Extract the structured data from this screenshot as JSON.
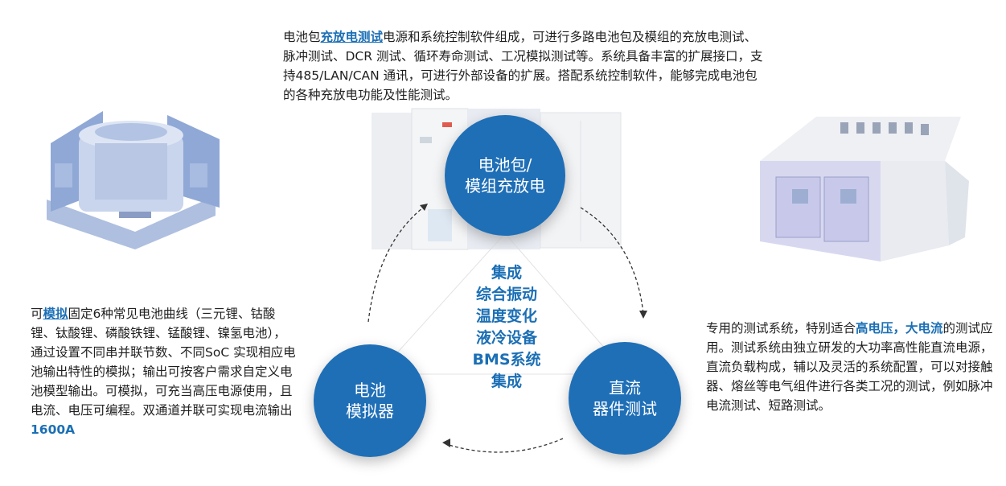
{
  "top_paragraph": {
    "prefix": "电池包",
    "highlight": "充放电测试",
    "rest": "电源和系统控制软件组成，可进行多路电池包及模组的充放电测试、脉冲测试、DCR 测试、循环寿命测试、工况模拟测试等。系统具备丰富的扩展接口，支持485/LAN/CAN 通讯，可进行外部设备的扩展。搭配系统控制软件，能够完成电池包的各种充放电功能及性能测试。"
  },
  "left_paragraph": {
    "prefix": "可",
    "highlight": "模拟",
    "rest": "固定6种常见电池曲线（三元锂、钴酸锂、钛酸锂、磷酸铁锂、锰酸锂、镍氢电池），通过设置不同串并联节数、不同SoC 实现相应电池输出特性的模拟；输出可按客户需求自定义电池模型输出。可模拟，可充当高压电源使用，且电流、电压可编程。双通道并联可实现电流输出",
    "strong_end": "1600A"
  },
  "right_paragraph": {
    "prefix": "专用的测试系统，特别适合",
    "highlight": "高电压，大电流",
    "rest": "的测试应用。测试系统由独立研发的大功率高性能直流电源，直流负载构成，辅以及灵活的系统配置，可以对接触器、熔丝等电气组件进行各类工况的测试，例如脉冲电流测试、短路测试。"
  },
  "center_items": [
    "集成",
    "综合振动",
    "温度变化",
    "液冷设备",
    "BMS系统",
    "集成"
  ],
  "circles": {
    "top": {
      "line1": "电池包/",
      "line2": "模组充放电"
    },
    "left": {
      "line1": "电池",
      "line2": "模拟器"
    },
    "right": {
      "line1": "直流",
      "line2": "器件测试"
    }
  },
  "colors": {
    "accent": "#1f6fb7",
    "highlight_text": "#1b6fb5"
  }
}
